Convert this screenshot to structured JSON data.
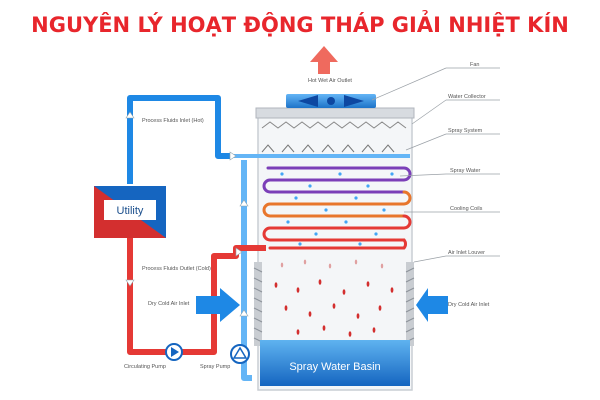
{
  "title": "NGUYÊN LÝ HOẠT ĐỘNG THÁP GIẢI NHIỆT KÍN",
  "labels": {
    "hot_wet_air_outlet": "Hot Wet Air Outlet",
    "fan": "Fan",
    "water_collector": "Water Collector",
    "spray_system": "Spray System",
    "spray_water": "Spray Water",
    "cooling_coils": "Cooling Coils",
    "air_inlet_louver": "Air Inlet Louver",
    "dry_cold_air_inlet_right": "Dry Cold Air Inlet",
    "dry_cold_air_inlet_left": "Dry Cold Air Inlet",
    "process_fluids_inlet": "Process Fluids Inlet (Hot)",
    "process_fluids_outlet": "Process Fluids Outlet (Cold)",
    "circulating_pump": "Circulating Pump",
    "spray_pump": "Spray Pump",
    "utility": "Utility",
    "spray_water_basin": "Spray Water Basin"
  },
  "colors": {
    "title": "#e8262c",
    "hot_pipe": "#e53935",
    "cold_pipe": "#1e88e5",
    "basin": "#1e88e5",
    "coil_hot": "#e8762c",
    "coil_cold": "#7b3fb8"
  }
}
